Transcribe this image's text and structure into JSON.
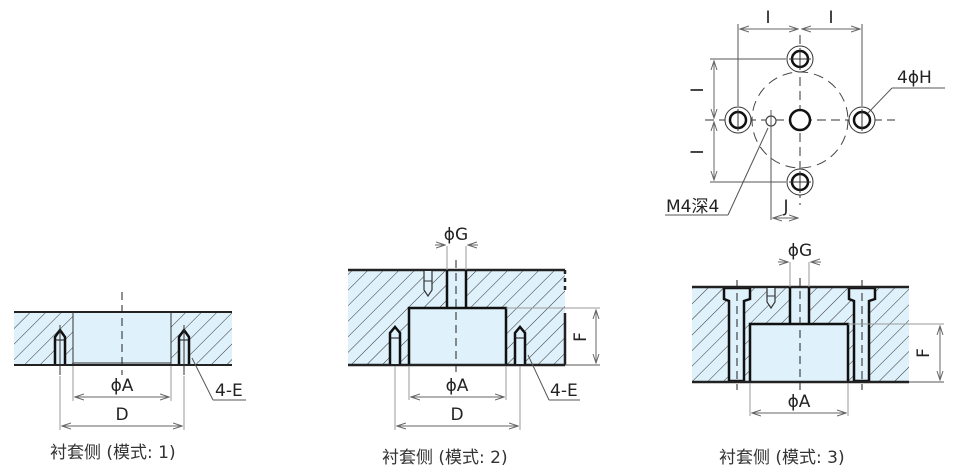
{
  "colors": {
    "fill": "#dff1fa",
    "outline": "#1a1a1a",
    "hatch": "#333333",
    "dim": "#888888",
    "text": "#222222"
  },
  "top_view": {
    "dim_I_top_left": "I",
    "dim_I_top_right": "I",
    "dim_I_left_upper": "I",
    "dim_I_left_lower": "I",
    "hole_label": "4ϕH",
    "tap_label": "M4深4",
    "dim_J": "J"
  },
  "pattern1": {
    "dim_A": "ϕA",
    "dim_D": "D",
    "callout": "4-E",
    "caption": "衬套侧 (模式: 1)"
  },
  "pattern2": {
    "dim_G": "ϕG",
    "dim_A": "ϕA",
    "dim_D": "D",
    "dim_F": "F",
    "callout": "4-E",
    "caption": "衬套侧 (模式: 2)"
  },
  "pattern3": {
    "dim_G": "ϕG",
    "dim_A": "ϕA",
    "dim_F": "F",
    "caption": "衬套侧 (模式: 3)"
  }
}
